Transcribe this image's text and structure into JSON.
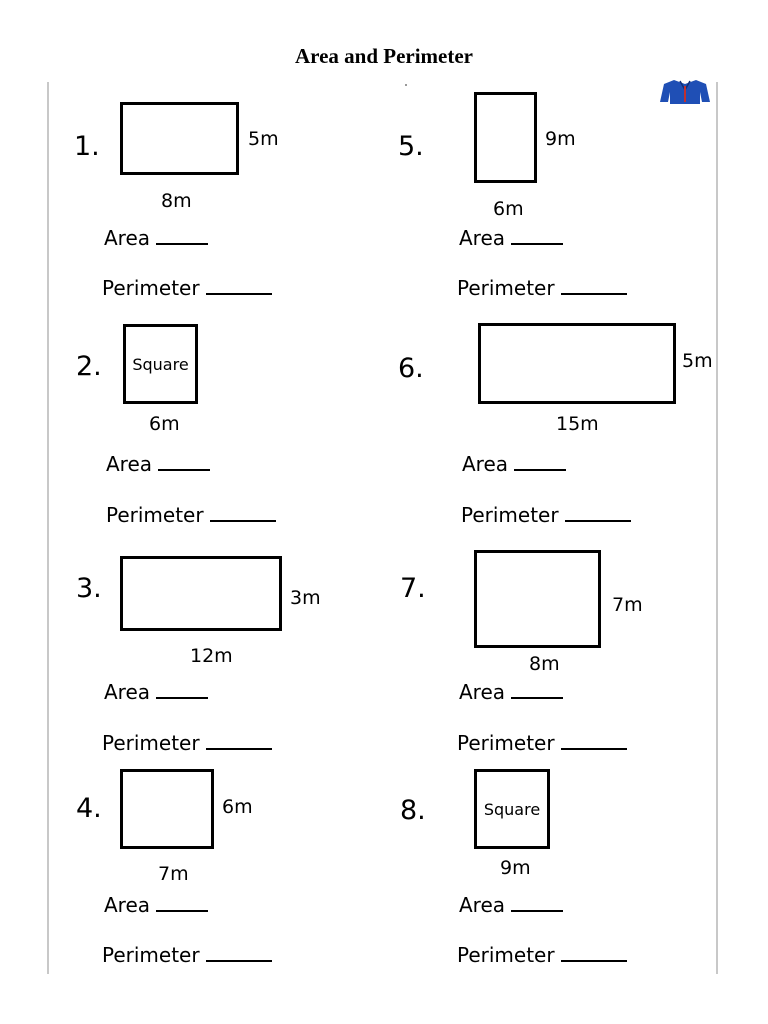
{
  "title": "Area and Perimeter",
  "problems": [
    {
      "number": "1.",
      "width_label": "8m",
      "height_label": "5m",
      "shape_label": "",
      "area_label": "Area",
      "perimeter_label": "Perimeter"
    },
    {
      "number": "2.",
      "width_label": "6m",
      "height_label": "",
      "shape_label": "Square",
      "area_label": "Area",
      "perimeter_label": "Perimeter"
    },
    {
      "number": "3.",
      "width_label": "12m",
      "height_label": "3m",
      "shape_label": "",
      "area_label": "Area",
      "perimeter_label": "Perimeter"
    },
    {
      "number": "4.",
      "width_label": "7m",
      "height_label": "6m",
      "shape_label": "",
      "area_label": "Area",
      "perimeter_label": "Perimeter"
    },
    {
      "number": "5.",
      "width_label": "6m",
      "height_label": "9m",
      "shape_label": "",
      "area_label": "Area",
      "perimeter_label": "Perimeter"
    },
    {
      "number": "6.",
      "width_label": "15m",
      "height_label": "5m",
      "shape_label": "",
      "area_label": "Area",
      "perimeter_label": "Perimeter"
    },
    {
      "number": "7.",
      "width_label": "8m",
      "height_label": "7m",
      "shape_label": "",
      "area_label": "Area",
      "perimeter_label": "Perimeter"
    },
    {
      "number": "8.",
      "width_label": "9m",
      "height_label": "",
      "shape_label": "Square",
      "area_label": "Area",
      "perimeter_label": "Perimeter"
    }
  ],
  "decoration": {
    "jacket_icon": "jacket-icon",
    "jacket_color": "#1f4fb5"
  }
}
